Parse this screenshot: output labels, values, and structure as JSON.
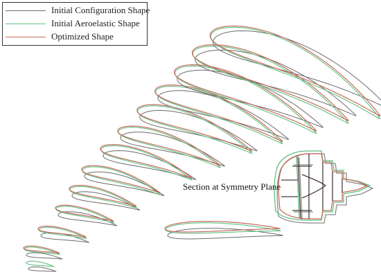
{
  "legend": {
    "items": [
      {
        "label": "Initial Configuration Shape",
        "color": "#6b6b6b"
      },
      {
        "label": "Initial Aeroelastic Shape",
        "color": "#5fbf80"
      },
      {
        "label": "Optimized Shape",
        "color": "#c46a5a"
      }
    ]
  },
  "annotation": {
    "text": "Section at Symmetry Plane"
  },
  "colors": {
    "initial_configuration": "#6b6b6b",
    "initial_aeroelastic": "#5fbf80",
    "optimized": "#c46a5a"
  },
  "sections": {
    "count": 14
  }
}
